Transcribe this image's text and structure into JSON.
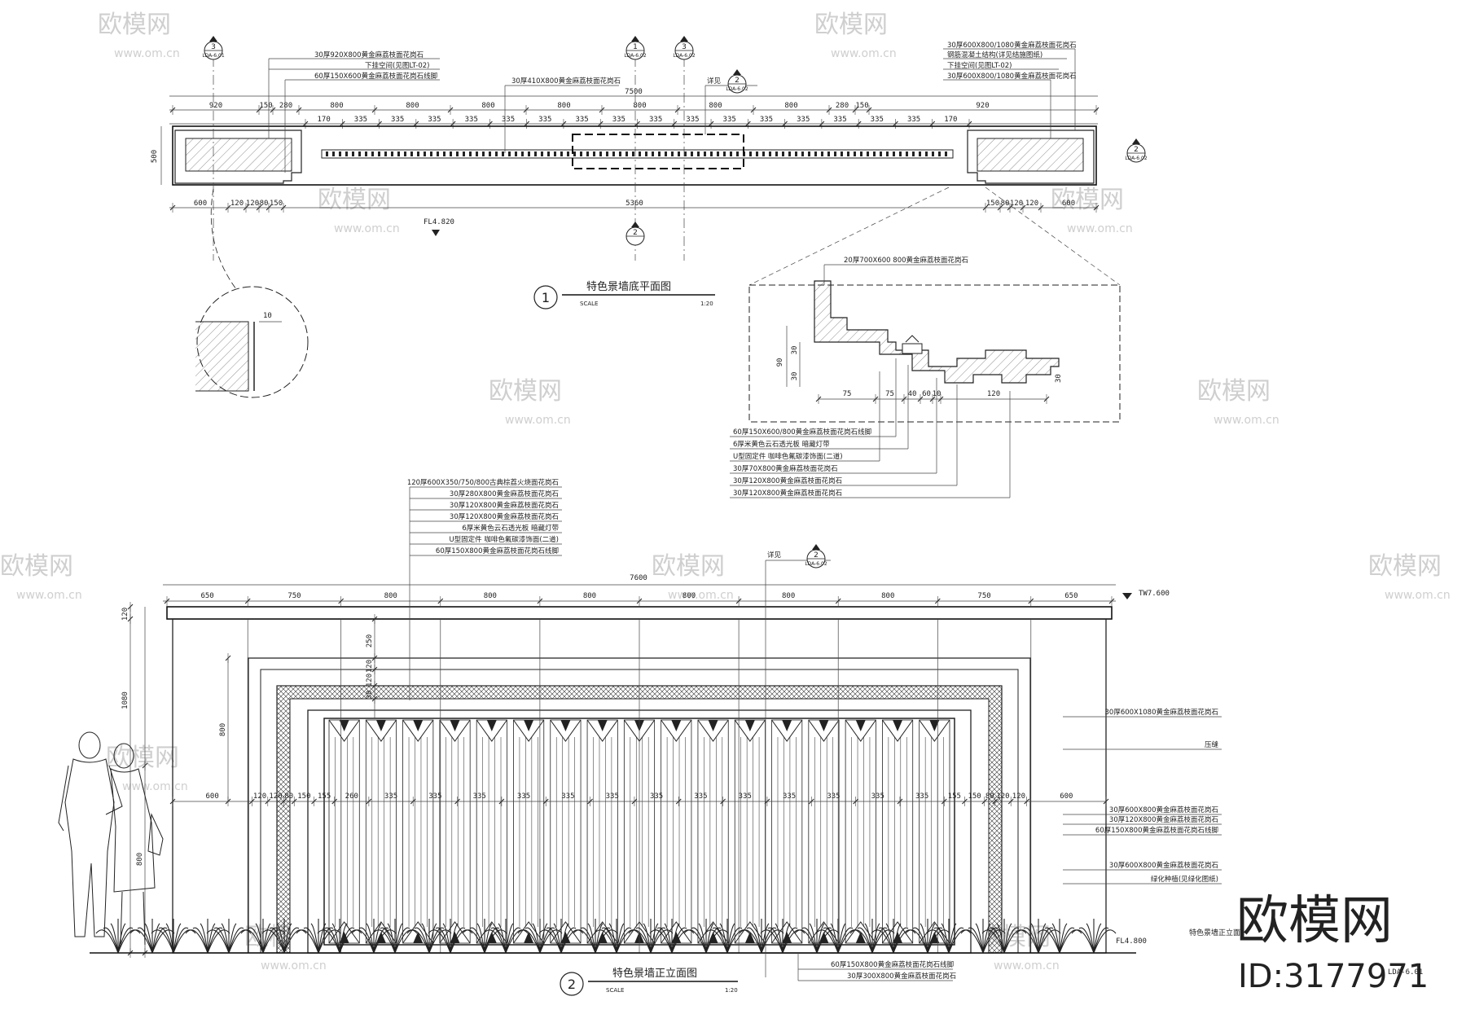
{
  "plan": {
    "title": "特色景墙底平面图",
    "number": "1",
    "scale_label": "SCALE",
    "scale": "1:20",
    "overall": "7500",
    "top_dims": [
      "920",
      "150",
      "280",
      "800",
      "800",
      "800",
      "800",
      "800",
      "800",
      "800",
      "280",
      "150",
      "920"
    ],
    "inner_dims": [
      "170",
      "335",
      "335",
      "335",
      "335",
      "335",
      "335",
      "335",
      "335",
      "335",
      "335",
      "335",
      "335",
      "335",
      "335",
      "335",
      "335",
      "170"
    ],
    "bottom_dims": [
      "600",
      "120",
      "120",
      "80",
      "150",
      "5360",
      "150",
      "80",
      "120",
      "120",
      "600"
    ],
    "height_dim": "500",
    "elevation_mark": "FL4.820",
    "notes_left": [
      "30厚920X800黄金麻荔枝面花岗石",
      "下挂空间(见图LT-02)",
      "60厚150X600黄金麻荔枝面花岗石线脚"
    ],
    "note_middle": "30厚410X800黄金麻荔枝面花岗石",
    "notes_right": [
      "30厚600X800/1080黄金麻荔枝面花岗石",
      "钢筋混凝土结构(详见结施图纸)",
      "下挂空间(见图LT-02)",
      "30厚600X800/1080黄金麻荔枝面花岗石"
    ],
    "see_ref": "详见"
  },
  "callouts": [
    {
      "num": "3",
      "sheet": "LDA-6.01"
    },
    {
      "num": "1",
      "sheet": "LDA-6.02"
    },
    {
      "num": "3",
      "sheet": "LDA-6.02"
    },
    {
      "num": "2",
      "sheet": "LDA-6.02"
    },
    {
      "num": "2",
      "sheet": "LDA-6.02"
    },
    {
      "num": "2",
      "sheet": ""
    },
    {
      "num": "2",
      "sheet": "LDA-6.02"
    }
  ],
  "detail": {
    "dim_small": "10",
    "top_note": "20厚700X600 800黄金麻荔枝面花岗石",
    "dims_v": [
      "90",
      "30",
      "30"
    ],
    "dims_h": [
      "75",
      "75",
      "40",
      "60",
      "10",
      "120"
    ],
    "right_dim": "30",
    "notes": [
      "60厚150X600/800黄金麻荔枝面花岗石线脚",
      "6厚米黄色云石透光板 暗藏灯带",
      "U型固定件 咖啡色氟碳漆饰面(二道)",
      "30厚70X800黄金麻荔枝面花岗石",
      "30厚120X800黄金麻荔枝面花岗石",
      "30厚120X800黄金麻荔枝面花岗石"
    ]
  },
  "elevation": {
    "title": "特色景墙正立面图",
    "number": "2",
    "scale_label": "SCALE",
    "scale": "1:20",
    "overall": "7600",
    "top_dims": [
      "650",
      "750",
      "800",
      "800",
      "800",
      "800",
      "800",
      "800",
      "750",
      "650"
    ],
    "mid_dims": [
      "600",
      "120",
      "120",
      "80",
      "150",
      "155",
      "260",
      "335",
      "335",
      "335",
      "335",
      "335",
      "335",
      "335",
      "335",
      "335",
      "335",
      "335",
      "335",
      "335",
      "155",
      "150",
      "80",
      "120",
      "120",
      "600"
    ],
    "left_dims": [
      "120",
      "1080",
      "800",
      "800"
    ],
    "inner_v_dims": [
      "250",
      "120",
      "120",
      "30"
    ],
    "top_level": "TW7.600",
    "bottom_level": "FL4.800",
    "notes_top": [
      "120厚600X350/750/800古典棕荔火烧面花岗石",
      "30厚280X800黄金麻荔枝面花岗石",
      "30厚120X800黄金麻荔枝面花岗石",
      "30厚120X800黄金麻荔枝面花岗石",
      "6厚米黄色云石透光板 暗藏灯带",
      "U型固定件 咖啡色氟碳漆饰面(二道)",
      "60厚150X800黄金麻荔枝面花岗石线脚"
    ],
    "notes_right": [
      "30厚600X1080黄金麻荔枝面花岗石",
      "压缝",
      "30厚600X800黄金麻荔枝面花岗石",
      "30厚120X800黄金麻荔枝面花岗石",
      "60厚150X800黄金麻荔枝面花岗石线脚",
      "30厚600X800黄金麻荔枝面花岗石",
      "绿化种植(见绿化图纸)"
    ],
    "notes_bottom": [
      "60厚150X800黄金麻荔枝面花岗石线脚",
      "30厚300X800黄金麻荔枝面花岗石"
    ],
    "see_ref": "详见",
    "sheet_no": "LDA-6.01",
    "blur_label": "特色景墙正立面"
  },
  "watermarks": {
    "brand": "欧模网",
    "url": "www.om.cn"
  },
  "brand": {
    "name": "欧模网",
    "id": "ID:3177971"
  }
}
